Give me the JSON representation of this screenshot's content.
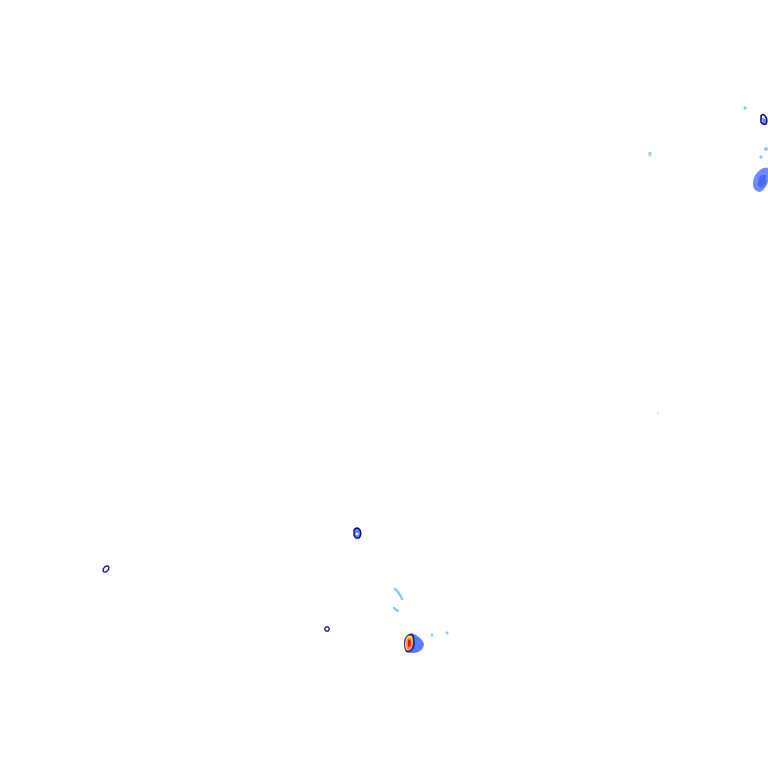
{
  "map": {
    "kind": "weather-radar-reflectivity-overlay",
    "background": "transparent",
    "palette": {
      "light_blue": "#8ec8ff",
      "mid_blue": "#5a7cff",
      "dark_blue": "#1a1ac8",
      "navy_outline": "#0a0a8a",
      "yellow": "#ffd400",
      "orange": "#ff8a00",
      "red": "#e8101a"
    },
    "echoes": [
      {
        "name": "echo-northeast-cluster",
        "intensity": "light-to-moderate"
      },
      {
        "name": "echo-northeast-speck",
        "intensity": "light"
      },
      {
        "name": "echo-center-south-cell",
        "intensity": "moderate"
      },
      {
        "name": "echo-west-ring",
        "intensity": "light"
      },
      {
        "name": "echo-south-small-ring",
        "intensity": "light"
      },
      {
        "name": "echo-south-streaks",
        "intensity": "light"
      },
      {
        "name": "echo-south-core-cell",
        "intensity": "heavy"
      }
    ]
  }
}
